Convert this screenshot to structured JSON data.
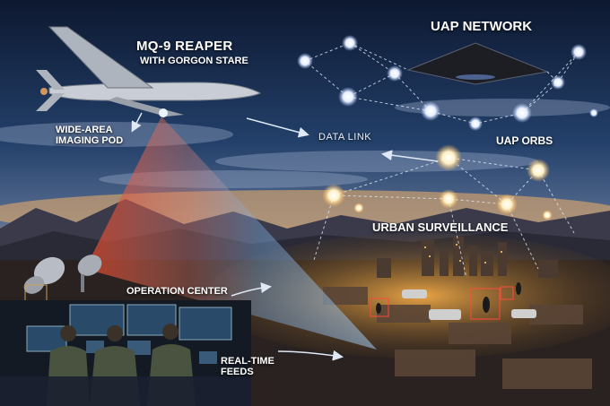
{
  "drone": {
    "title": "MQ-9 REAPER",
    "subtitle": "WITH GORGON STARE",
    "pod_label_line1": "WIDE-AREA",
    "pod_label_line2": "IMAGING POD"
  },
  "network": {
    "title": "UAP NETWORK",
    "data_link": "DATA LINK",
    "orbs_label": "UAP ORBS"
  },
  "ground": {
    "urban_label": "URBAN SURVEILLANCE",
    "operation_center": "OPERATION CENTER",
    "feeds_line1": "REAL-TIME",
    "feeds_line2": "FEEDS"
  },
  "colors": {
    "sky_top": "#101c38",
    "sky_mid": "#2c4a78",
    "horizon_glow": "#e89a4a",
    "city_lights": "#ffb34a",
    "orb_glow": "#fff2c8",
    "network_orb": "#e8f0ff",
    "cone_red": "#e0462a",
    "cone_blue": "#7fb0e6"
  },
  "icons": [
    "drone-icon",
    "uap-craft-icon",
    "satellite-dish-icon",
    "monitor-icon"
  ]
}
